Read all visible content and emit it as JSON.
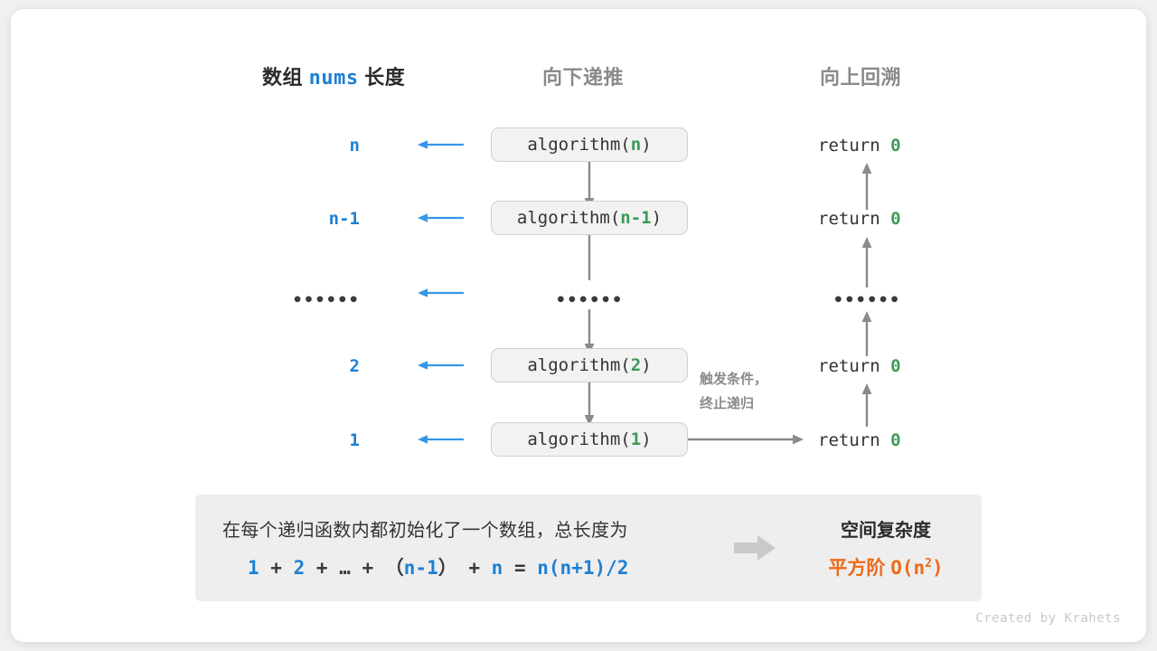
{
  "canvas": {
    "background": "#f0f0f0",
    "card_background": "#ffffff",
    "accent_blue": "#1e80d3",
    "accent_green": "#3c9a57",
    "accent_orange": "#ec6b18",
    "gray_arrow": "#8a8a8a",
    "box_fill": "#f2f2f2"
  },
  "headers": {
    "left_prefix": "数组",
    "left_mono": "nums",
    "left_suffix": "长度",
    "middle": "向下递推",
    "right": "向上回溯"
  },
  "rows": [
    {
      "length_label": "n",
      "call_prefix": "algorithm(",
      "call_arg": "n",
      "call_suffix": ")",
      "return_text": "return ",
      "return_value": "0"
    },
    {
      "length_label": "n-1",
      "call_prefix": "algorithm(",
      "call_arg": "n-1",
      "call_suffix": ")",
      "return_text": "return ",
      "return_value": "0"
    },
    {
      "length_label": "••••••",
      "call_prefix": "••••••",
      "call_arg": "",
      "call_suffix": "",
      "return_text": "••••••",
      "return_value": ""
    },
    {
      "length_label": "2",
      "call_prefix": "algorithm(",
      "call_arg": "2",
      "call_suffix": ")",
      "return_text": "return ",
      "return_value": "0"
    },
    {
      "length_label": "1",
      "call_prefix": "algorithm(",
      "call_arg": "1",
      "call_suffix": ")",
      "return_text": "return ",
      "return_value": "0"
    }
  ],
  "trigger_note": {
    "line1": "触发条件，",
    "line2": "终止递归"
  },
  "summary": {
    "description": "在每个递归函数内都初始化了一个数组，总长度为",
    "formula": {
      "t1": "1",
      "op1": " + ",
      "t2": "2",
      "op2": " + ",
      "t3": "…",
      "op3": " + ",
      "paren_open": "（",
      "t4": "n-1",
      "paren_close": "）",
      "op4": " + ",
      "t5": "n",
      "op5": " = ",
      "t6": "n(n+1)/2"
    }
  },
  "result": {
    "title": "空间复杂度",
    "label": "平方阶",
    "notation": "O(n",
    "exponent": "2",
    "notation_close": ")"
  },
  "credit": "Created by Krahets"
}
